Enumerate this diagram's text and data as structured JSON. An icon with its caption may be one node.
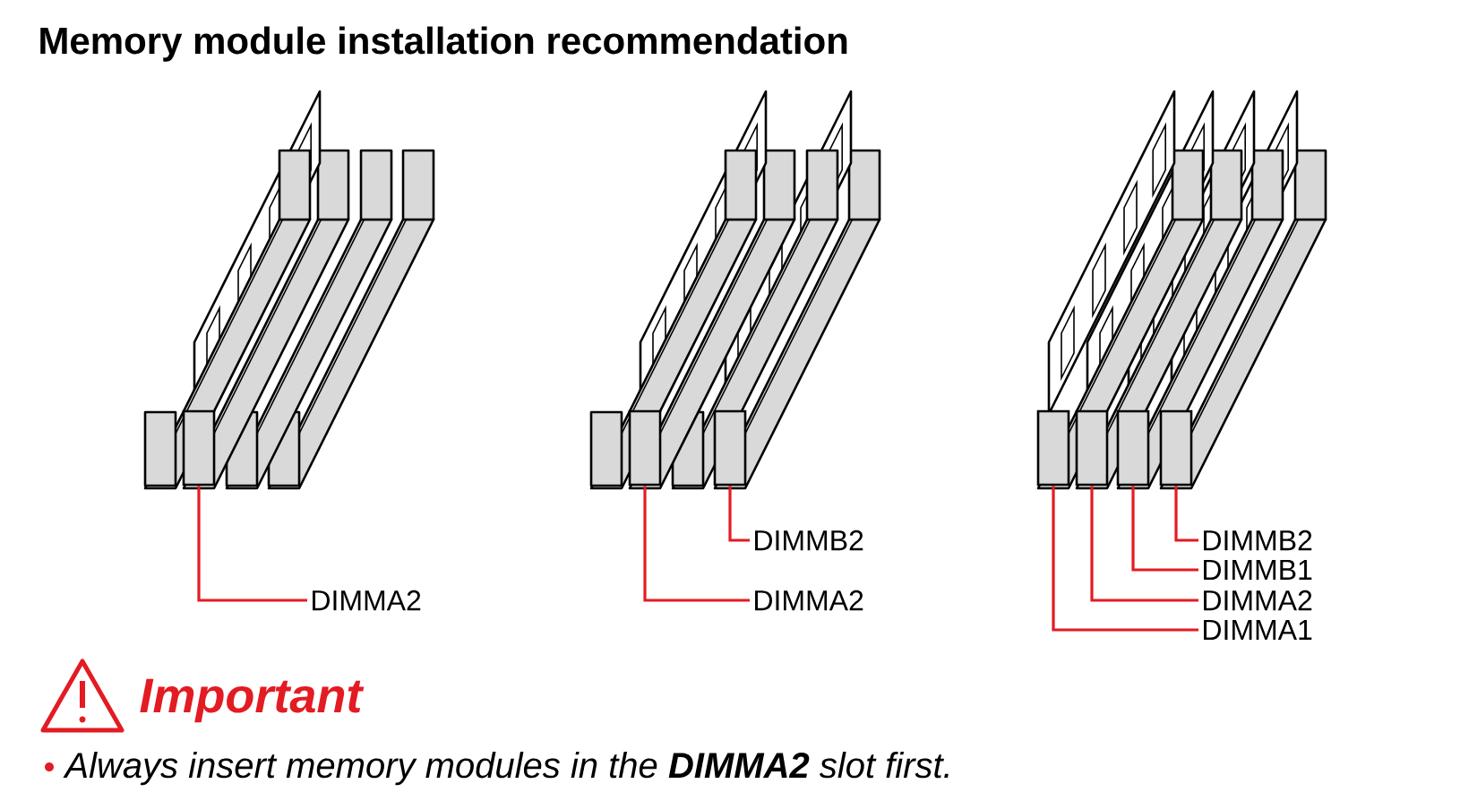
{
  "diagram": {
    "title": "Memory module installation recommendation",
    "nodes": [
      {
        "text": [],
        "shape": "box"
      },
      {
        "text": [
          "DIMMA2"
        ]
      },
      {
        "text": [],
        "shape": "box"
      },
      {
        "text": [],
        "shape": "box"
      },
      {
        "text": [
          "DIMMB2"
        ]
      },
      {
        "text": [
          "DIMMA2"
        ]
      },
      {
        "text": [],
        "shape": "box"
      },
      {
        "text": [],
        "shape": "box"
      },
      {
        "text": [],
        "shape": "box"
      },
      {
        "text": [],
        "shape": "box"
      },
      {
        "text": [
          "DIMMB2"
        ]
      },
      {
        "text": [
          "DIMMB1"
        ]
      },
      {
        "text": [
          "DIMMA2"
        ]
      },
      {
        "text": [
          "DIMMA1"
        ]
      }
    ],
    "edges": [
      {
        "from": 1,
        "to": 0,
        "arrow": "none"
      },
      {
        "from": 4,
        "to": 3,
        "arrow": "none"
      },
      {
        "from": 5,
        "to": 2,
        "arrow": "none"
      },
      {
        "from": 10,
        "to": 9,
        "arrow": "none"
      },
      {
        "from": 11,
        "to": 8,
        "arrow": "none"
      },
      {
        "from": 12,
        "to": 7,
        "arrow": "none"
      },
      {
        "from": 13,
        "to": 6,
        "arrow": "none"
      }
    ],
    "labels": [
      "Important",
      "Always insert memory modules in the **DIMMA2** slot first."
    ]
  }
}
